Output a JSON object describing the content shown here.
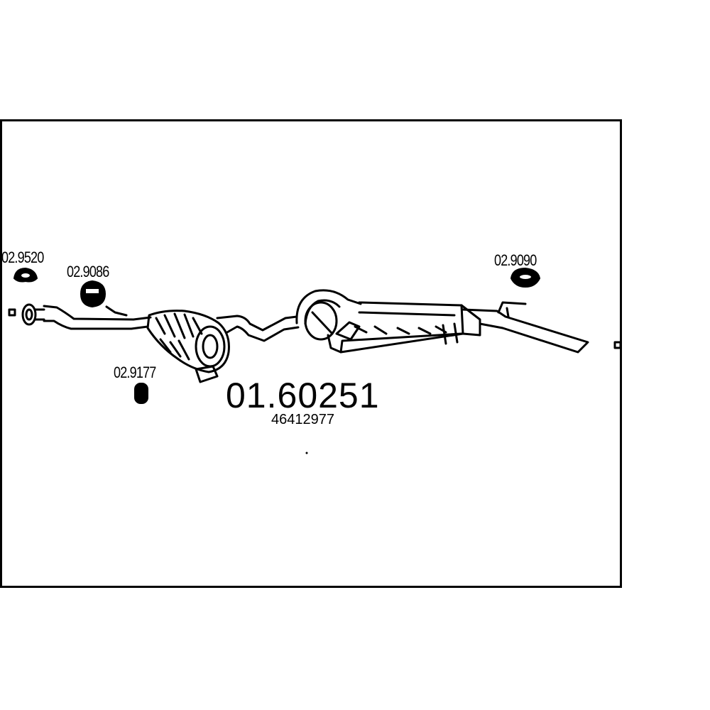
{
  "diagram": {
    "main_part_number": "01.60251",
    "oe_number": "46412977",
    "parts": [
      {
        "code": "02.9520",
        "icon": "rubber-hanger-ring-icon"
      },
      {
        "code": "02.9086",
        "icon": "rubber-mount-icon"
      },
      {
        "code": "02.9177",
        "icon": "rubber-bushing-icon"
      },
      {
        "code": "02.9090",
        "icon": "rubber-hanger-ring-icon"
      }
    ],
    "colors": {
      "line": "#000000",
      "background": "#ffffff"
    }
  }
}
